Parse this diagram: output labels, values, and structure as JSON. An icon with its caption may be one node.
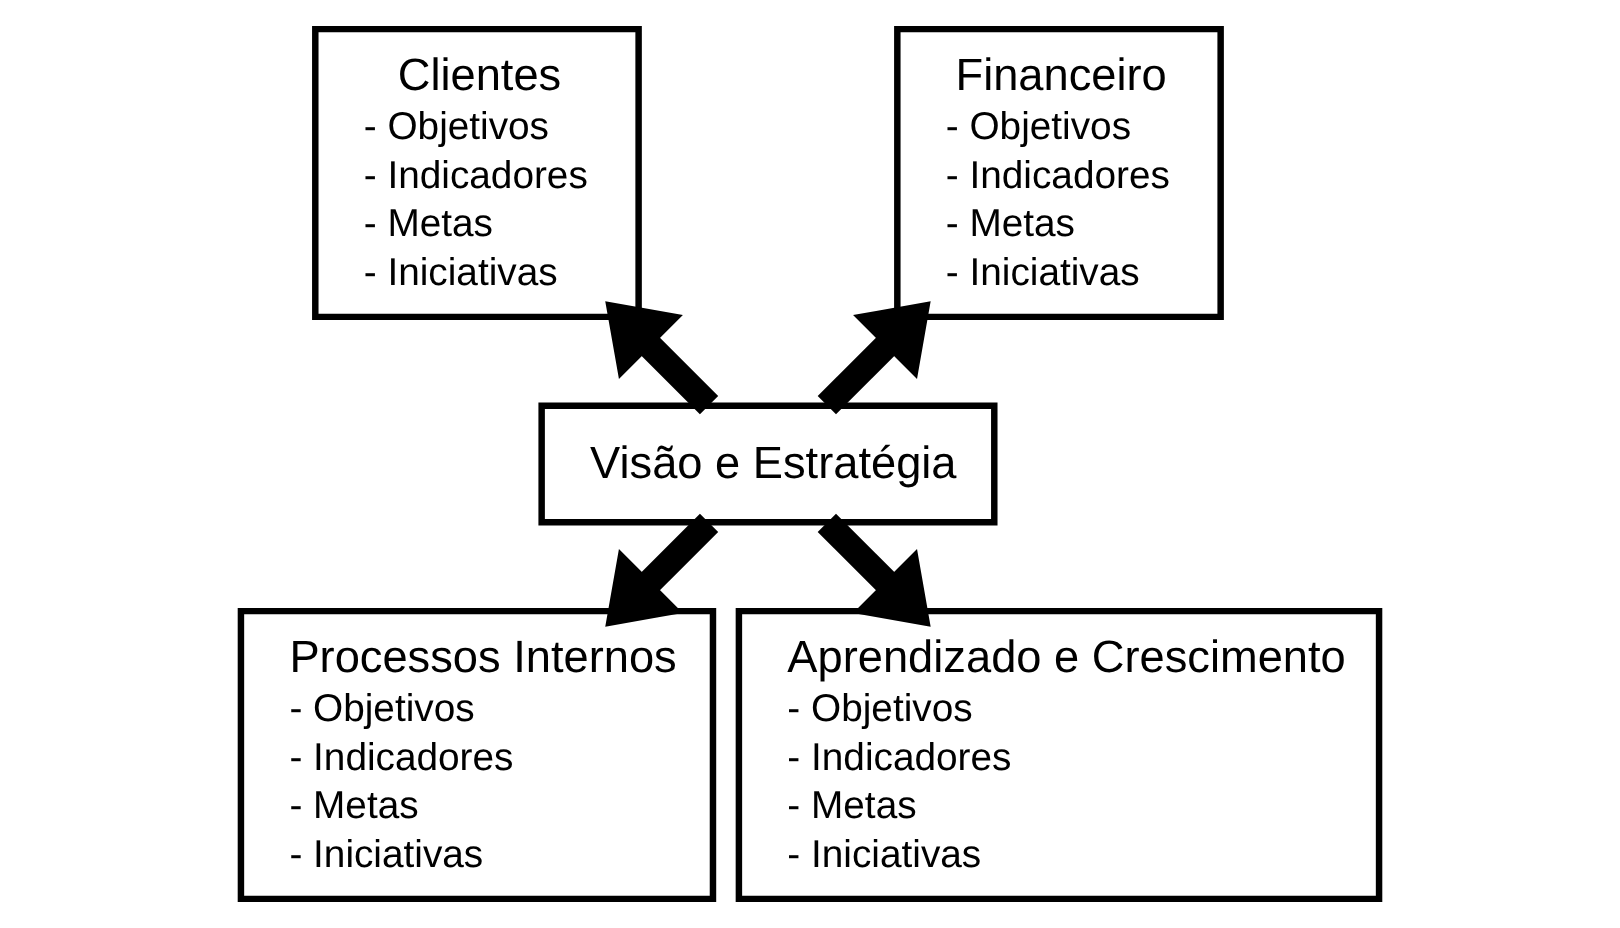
{
  "diagram": {
    "nodes": [
      {
        "text": [
          "Financeiro",
          "- Objetivos",
          "- Indicadores",
          "- Metas",
          "- Iniciativas"
        ]
      },
      {
        "text": [
          "Clientes",
          "- Objetivos",
          "- Indicadores",
          "- Metas",
          "- Iniciativas"
        ]
      },
      {
        "text": [
          "Visão e Estratégia"
        ]
      },
      {
        "text": [
          "Processos Internos",
          "- Objetivos",
          "- Indicadores",
          "- Metas",
          "- Iniciativas"
        ]
      },
      {
        "text": [
          "Aprendizado e Crescimento",
          "- Objetivos",
          "- Indicadores",
          "- Metas",
          "- Iniciativas"
        ]
      }
    ],
    "edges": [
      {
        "from": 2,
        "to": 0,
        "arrow": "to"
      },
      {
        "from": 2,
        "to": 1,
        "arrow": "to"
      },
      {
        "from": 2,
        "to": 3,
        "arrow": "to"
      },
      {
        "from": 2,
        "to": 4,
        "arrow": "to"
      }
    ]
  }
}
